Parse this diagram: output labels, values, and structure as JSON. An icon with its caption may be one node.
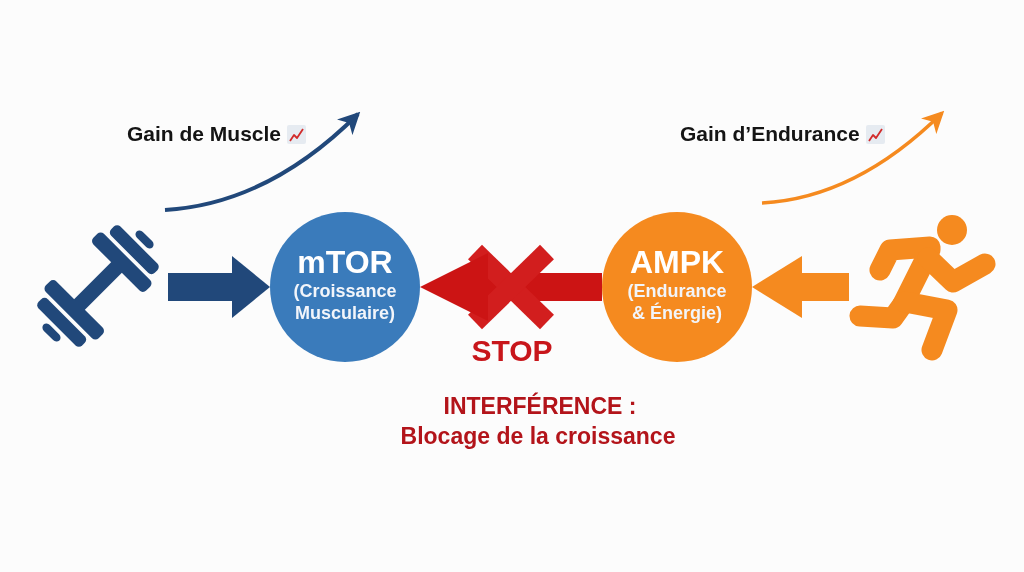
{
  "diagram": {
    "nodes": [
      {
        "text": [],
        "shape": "picture"
      },
      {
        "text": [
          "mTOR",
          "(Croissance Musculaire)"
        ]
      },
      {
        "text": [
          "AMPK",
          "(Endurance & Énergie)"
        ]
      },
      {
        "text": [],
        "shape": "picture"
      }
    ],
    "edges": [
      {
        "from": 0,
        "to": 1,
        "arrow": "to",
        "color": "#21487a"
      },
      {
        "from": 2,
        "to": 1,
        "arrow": "to",
        "color": "#cc1414"
      },
      {
        "from": 3,
        "to": 2,
        "arrow": "to",
        "color": "#f58a1f"
      }
    ],
    "labels": [
      "Gain de Muscle",
      "Gain d’Endurance",
      "STOP",
      "INTERFÉRENCE :",
      "Blocage de la croissance"
    ]
  }
}
